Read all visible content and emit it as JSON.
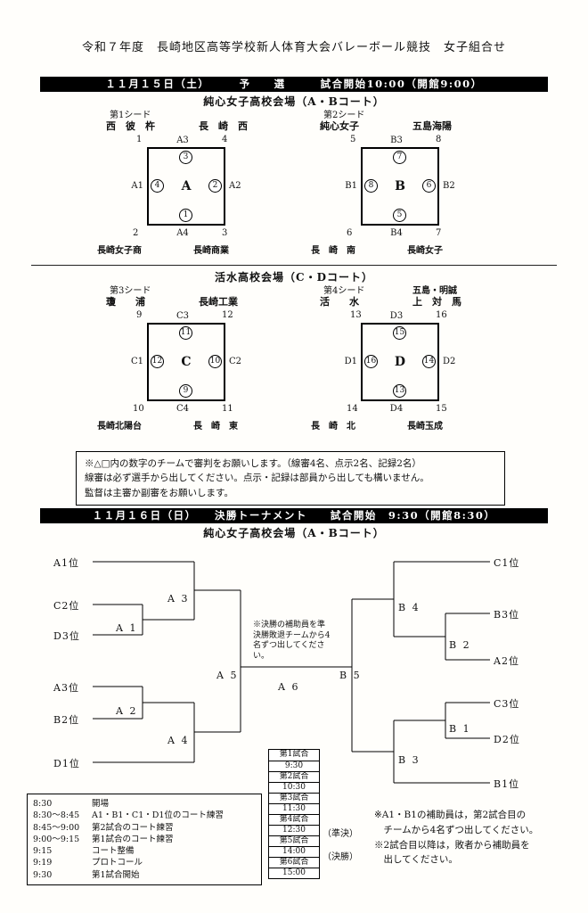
{
  "page": {
    "title": "令和７年度　長崎地区高等学校新人体育大会バレーボール競技　女子組合せ"
  },
  "day1": {
    "header_bar": "１１月１５日（土）　　　予　　選　　　試合開始10:00（開館9:00）",
    "venue1": {
      "name": "純心女子高校会場（A・Bコート）",
      "court_a": {
        "letter": "A",
        "seed": "第1シード",
        "tl_team": "西　彼　杵",
        "tl_num": "1",
        "tr_team": "長　崎　西",
        "tr_num": "4",
        "bl_team": "長崎女子商",
        "bl_num": "2",
        "br_team": "長崎商業",
        "br_num": "3",
        "lab_top": "A3",
        "lab_bottom": "A4",
        "lab_left": "A1",
        "lab_right": "A2",
        "ref_top": "3",
        "ref_bottom": "1",
        "ref_left": "4",
        "ref_right": "2"
      },
      "court_b": {
        "letter": "B",
        "seed": "第2シード",
        "tl_team": "純心女子",
        "tl_num": "5",
        "tr_team": "五島海陽",
        "tr_num": "8",
        "bl_team": "長　崎　南",
        "bl_num": "6",
        "br_team": "長崎女子",
        "br_num": "7",
        "lab_top": "B3",
        "lab_bottom": "B4",
        "lab_left": "B1",
        "lab_right": "B2",
        "ref_top": "7",
        "ref_bottom": "5",
        "ref_left": "8",
        "ref_right": "6"
      }
    },
    "venue2": {
      "name": "活水高校会場（C・Dコート）",
      "court_c": {
        "letter": "C",
        "seed": "第3シード",
        "tl_team": "瓊　　浦",
        "tl_num": "9",
        "tr_team": "長崎工業",
        "tr_num": "12",
        "bl_team": "長崎北陽台",
        "bl_num": "10",
        "br_team": "長　崎　東",
        "br_num": "11",
        "lab_top": "C3",
        "lab_bottom": "C4",
        "lab_left": "C1",
        "lab_right": "C2",
        "ref_top": "11",
        "ref_bottom": "9",
        "ref_left": "12",
        "ref_right": "10"
      },
      "court_d": {
        "letter": "D",
        "seed": "第4シード",
        "tl_team": "活　　水",
        "tl_num": "13",
        "tr_team_upper": "五島・明誠",
        "tr_team": "上　対　馬",
        "tr_num": "16",
        "bl_team": "長　崎　北",
        "bl_num": "14",
        "br_team": "長崎玉成",
        "br_num": "15",
        "lab_top": "D3",
        "lab_bottom": "D4",
        "lab_left": "D1",
        "lab_right": "D2",
        "ref_top": "15",
        "ref_bottom": "13",
        "ref_left": "16",
        "ref_right": "14"
      }
    },
    "note_lines": [
      "※△□内の数字のチームで審判をお願いします。（線審4名、点示2名、記録2名）",
      "線審は必ず選手から出してください。点示・記録は部員から出しても構いません。",
      "監督は主審か副審をお願いします。"
    ]
  },
  "day2": {
    "header_bar": "１１月１６日（日）　　決勝トーナメント　　試合開始　9:30（開館8:30）",
    "venue_name": "純心女子高校会場（A・Bコート）",
    "bracket": {
      "left_entries": [
        "A1位",
        "C2位",
        "D3位",
        "A3位",
        "B2位",
        "D1位"
      ],
      "right_entries": [
        "C1位",
        "B3位",
        "A2位",
        "C3位",
        "D2位",
        "B1位"
      ],
      "labels": {
        "a1": "A 1",
        "a2": "A 2",
        "a3": "A 3",
        "a4": "A 4",
        "a5": "A 5",
        "a6": "A 6",
        "b1": "B 1",
        "b2": "B 2",
        "b3": "B 3",
        "b4": "B 4",
        "b5": "B 5"
      },
      "note": "※決勝の補助員を準決勝敗退チームから4名ずつ出してください。"
    },
    "schedule": [
      {
        "t": "8:30",
        "d": "開場"
      },
      {
        "t": "8:30～8:45",
        "d": "A1・B1・C1・D1位のコート練習"
      },
      {
        "t": "8:45～9:00",
        "d": "第2試合のコート練習"
      },
      {
        "t": "9:00～9:15",
        "d": "第1試合のコート練習"
      },
      {
        "t": "9:15",
        "d": "コート整備"
      },
      {
        "t": "9:19",
        "d": "プロトコール"
      },
      {
        "t": "9:30",
        "d": "第1試合開始"
      }
    ],
    "match_table": [
      {
        "label": "第1試合",
        "time": "9:30"
      },
      {
        "label": "第2試合",
        "time": "10:30"
      },
      {
        "label": "第3試合",
        "time": "11:30"
      },
      {
        "label": "第4試合",
        "time": "12:30"
      },
      {
        "label": "第5試合",
        "time": "14:00"
      },
      {
        "label": "第6試合",
        "time": "15:00"
      }
    ],
    "annotations": {
      "semi": "（準決）",
      "final": "（決勝）"
    },
    "right_notes": [
      "※A1・B1の補助員は，第2試合目の",
      "　チームから4名ずつ出してください。",
      "※2試合目以降は，敗者から補助員を",
      "　出してください。"
    ]
  }
}
